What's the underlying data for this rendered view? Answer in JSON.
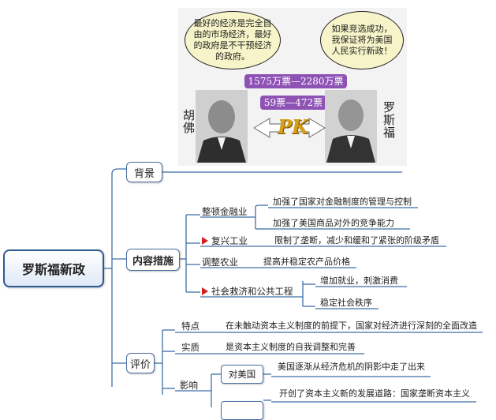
{
  "header_image": {
    "left_bubble": "最好的经济是完全自由的市场经济，最好的政府是不干预经济的政府。",
    "right_bubble": "如果竞选成功，我保证将为美国人民实行新政！",
    "popular_vote": "1575万票—2280万票",
    "electoral_vote": "59票—472票",
    "left_name": "胡佛",
    "right_name": "罗斯福",
    "pk_text": "PK"
  },
  "mindmap": {
    "root": "罗斯福新政",
    "background": {
      "label": "背景"
    },
    "measures": {
      "label": "内容措施",
      "items": [
        {
          "label": "整顿金融业",
          "details": [
            "加强了国家对金融制度的管理与控制",
            "加强了美国商品对外的竞争能力"
          ]
        },
        {
          "label": "复兴工业",
          "flag": true,
          "details": [
            "限制了垄断，减少和缓和了紧张的阶级矛盾"
          ]
        },
        {
          "label": "调整农业",
          "details": [
            "提高并稳定农产品价格"
          ]
        },
        {
          "label": "社会救济和公共工程",
          "flag": true,
          "details": [
            "增加就业，刺激消费",
            "稳定社会秩序"
          ]
        }
      ]
    },
    "evaluation": {
      "label": "评价",
      "items": [
        {
          "label": "特点",
          "detail": "在未触动资本主义制度的前提下，国家对经济进行深刻的全面改造"
        },
        {
          "label": "实质",
          "detail": "是资本主义制度的自我调整和完善"
        },
        {
          "label": "影响",
          "sub": [
            {
              "label": "对美国",
              "detail": "美国逐渐从经济危机的阴影中走了出来"
            },
            {
              "label": "",
              "detail": "开创了资本主义新的发展道路：国家垄断资本主义"
            }
          ]
        }
      ]
    }
  },
  "colors": {
    "line": "#3f6ea8",
    "node_border": "#4a6fa0",
    "bubble": "#f6f4c8",
    "vote_bg": "#8e52b5",
    "flag": "#d62020"
  }
}
